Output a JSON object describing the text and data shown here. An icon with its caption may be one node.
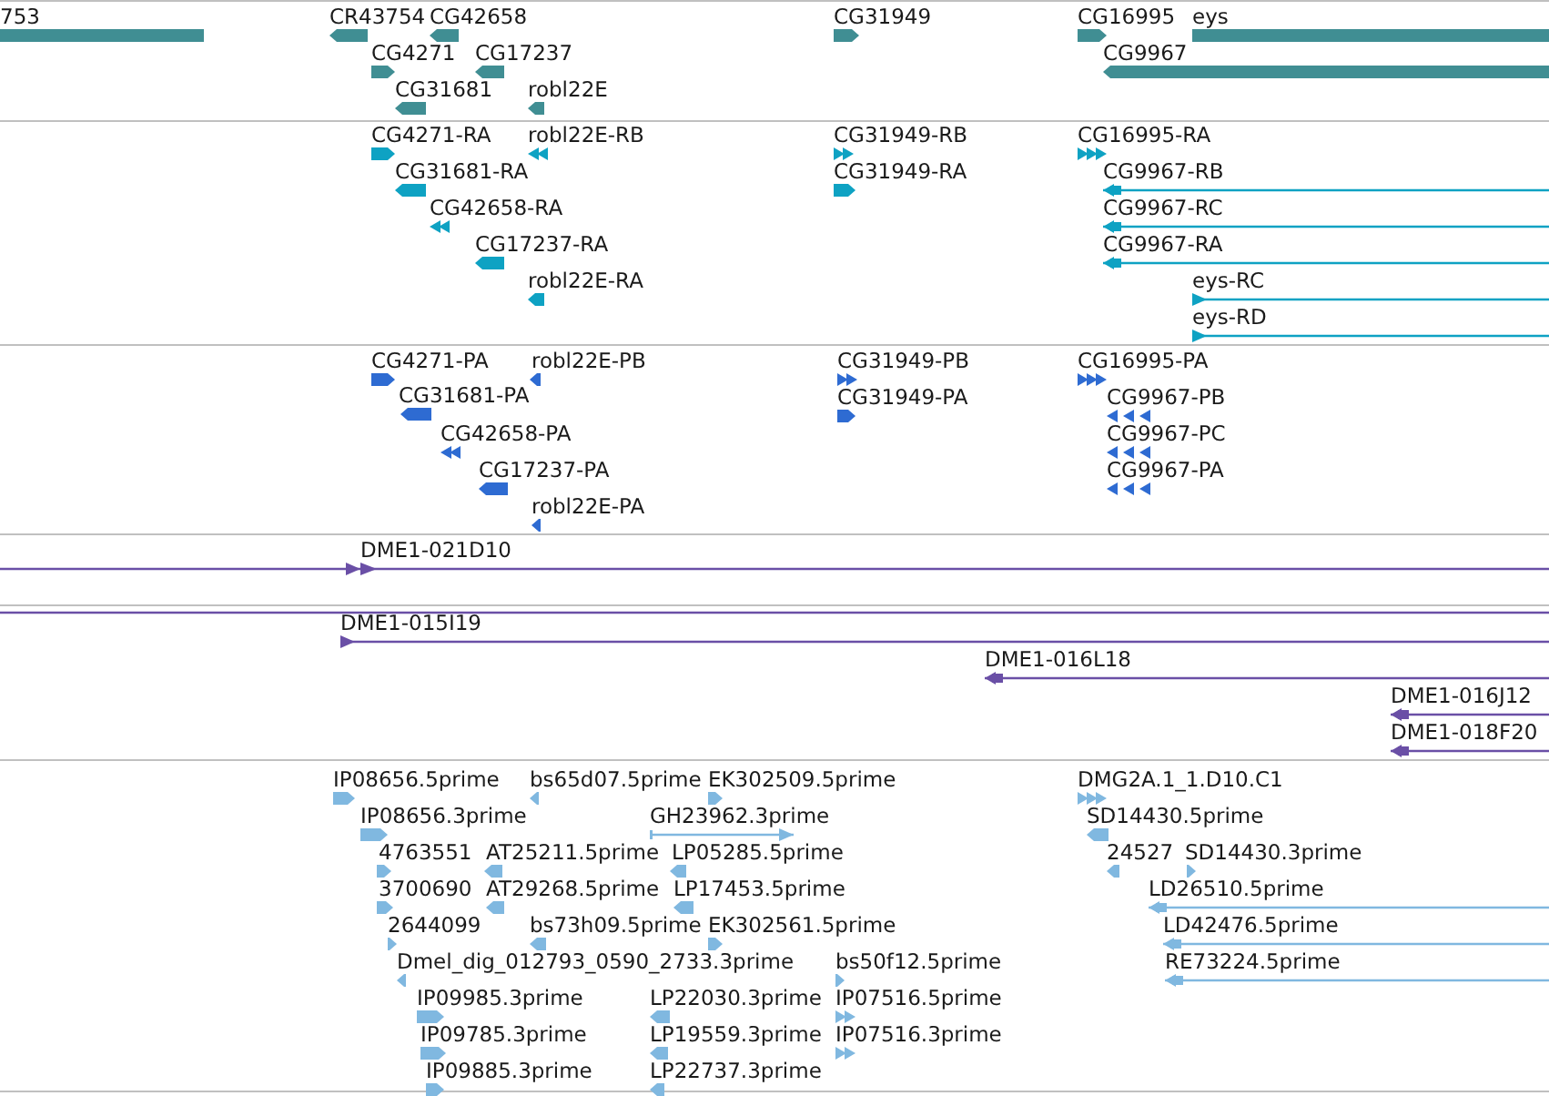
{
  "diagram": {
    "nodes": [
      {
        "text": [],
        "shape": "band"
      },
      {
        "text": [
          "753"
        ],
        "in": 0
      },
      {
        "text": [
          "CR43754"
        ],
        "in": 0
      },
      {
        "text": [
          "CG42658"
        ],
        "in": 0
      },
      {
        "text": [
          "CG31949"
        ],
        "in": 0
      },
      {
        "text": [
          "CG16995"
        ],
        "in": 0
      },
      {
        "text": [
          "eys"
        ],
        "in": 0
      },
      {
        "text": [
          "CG4271"
        ],
        "in": 0
      },
      {
        "text": [
          "CG17237"
        ],
        "in": 0
      },
      {
        "text": [
          "CG9967"
        ],
        "in": 0
      },
      {
        "text": [
          "CG31681"
        ],
        "in": 0
      },
      {
        "text": [
          "robl22E"
        ],
        "in": 0
      },
      {
        "text": [],
        "shape": "band"
      },
      {
        "text": [
          "CG4271-RA"
        ],
        "in": 12
      },
      {
        "text": [
          "robl22E-RB"
        ],
        "in": 12
      },
      {
        "text": [
          "CG31949-RB"
        ],
        "in": 12
      },
      {
        "text": [
          "CG16995-RA"
        ],
        "in": 12
      },
      {
        "text": [
          "CG31681-RA"
        ],
        "in": 12
      },
      {
        "text": [
          "CG31949-RA"
        ],
        "in": 12
      },
      {
        "text": [
          "CG9967-RB"
        ],
        "in": 12
      },
      {
        "text": [
          "CG42658-RA"
        ],
        "in": 12
      },
      {
        "text": [
          "CG9967-RC"
        ],
        "in": 12
      },
      {
        "text": [
          "CG17237-RA"
        ],
        "in": 12
      },
      {
        "text": [
          "CG9967-RA"
        ],
        "in": 12
      },
      {
        "text": [
          "robl22E-RA"
        ],
        "in": 12
      },
      {
        "text": [
          "eys-RC"
        ],
        "in": 12
      },
      {
        "text": [
          "eys-RD"
        ],
        "in": 12
      },
      {
        "text": [],
        "shape": "band"
      },
      {
        "text": [
          "CG4271-PA"
        ],
        "in": 27
      },
      {
        "text": [
          "robl22E-PB"
        ],
        "in": 27
      },
      {
        "text": [
          "CG31949-PB"
        ],
        "in": 27
      },
      {
        "text": [
          "CG16995-PA"
        ],
        "in": 27
      },
      {
        "text": [
          "CG31681-PA"
        ],
        "in": 27
      },
      {
        "text": [
          "CG31949-PA"
        ],
        "in": 27
      },
      {
        "text": [
          "CG9967-PB"
        ],
        "in": 27
      },
      {
        "text": [
          "CG42658-PA"
        ],
        "in": 27
      },
      {
        "text": [
          "CG9967-PC"
        ],
        "in": 27
      },
      {
        "text": [
          "CG17237-PA"
        ],
        "in": 27
      },
      {
        "text": [
          "CG9967-PA"
        ],
        "in": 27
      },
      {
        "text": [
          "robl22E-PA"
        ],
        "in": 27
      },
      {
        "text": [],
        "shape": "band"
      },
      {
        "text": [
          "DME1-021D10"
        ],
        "in": 40
      },
      {
        "text": [],
        "shape": "band"
      },
      {
        "text": [],
        "shape": "bar",
        "in": 42
      },
      {
        "text": [
          "DME1-015I19"
        ],
        "in": 42
      },
      {
        "text": [
          "DME1-016L18"
        ],
        "in": 42
      },
      {
        "text": [
          "DME1-016J12"
        ],
        "in": 42
      },
      {
        "text": [
          "DME1-018F20"
        ],
        "in": 42
      },
      {
        "text": [],
        "shape": "band"
      },
      {
        "text": [
          "IP08656.5prime"
        ],
        "in": 48
      },
      {
        "text": [
          "bs65d07.5prime"
        ],
        "in": 48
      },
      {
        "text": [
          "EK302509.5prime"
        ],
        "in": 48
      },
      {
        "text": [
          "DMG2A.1_1.D10.C1"
        ],
        "in": 48
      },
      {
        "text": [
          "IP08656.3prime"
        ],
        "in": 48
      },
      {
        "text": [
          "GH23962.3prime"
        ],
        "in": 48
      },
      {
        "text": [
          "SD14430.5prime"
        ],
        "in": 48
      },
      {
        "text": [
          "4763551"
        ],
        "in": 48
      },
      {
        "text": [
          "AT25211.5prime"
        ],
        "in": 48
      },
      {
        "text": [
          "LP05285.5prime"
        ],
        "in": 48
      },
      {
        "text": [
          "24527"
        ],
        "in": 48
      },
      {
        "text": [
          "SD14430.3prime"
        ],
        "in": 48
      },
      {
        "text": [
          "3700690"
        ],
        "in": 48
      },
      {
        "text": [
          "AT29268.5prime"
        ],
        "in": 48
      },
      {
        "text": [
          "LP17453.5prime"
        ],
        "in": 48
      },
      {
        "text": [
          "LD26510.5prime"
        ],
        "in": 48
      },
      {
        "text": [
          "2644099"
        ],
        "in": 48
      },
      {
        "text": [
          "bs73h09.5prime"
        ],
        "in": 48
      },
      {
        "text": [
          "EK302561.5prime"
        ],
        "in": 48
      },
      {
        "text": [
          "LD42476.5prime"
        ],
        "in": 48
      },
      {
        "text": [
          "Dmel_dig_012793_0590_2733.3prime"
        ],
        "in": 48
      },
      {
        "text": [
          "bs50f12.5prime"
        ],
        "in": 48
      },
      {
        "text": [
          "RE73224.5prime"
        ],
        "in": 48
      },
      {
        "text": [
          "IP09985.3prime"
        ],
        "in": 48
      },
      {
        "text": [
          "LP22030.3prime"
        ],
        "in": 48
      },
      {
        "text": [
          "IP07516.5prime"
        ],
        "in": 48
      },
      {
        "text": [
          "IP09785.3prime"
        ],
        "in": 48
      },
      {
        "text": [
          "LP19559.3prime"
        ],
        "in": 48
      },
      {
        "text": [
          "IP07516.3prime"
        ],
        "in": 48
      },
      {
        "text": [
          "IP09885.3prime"
        ],
        "in": 48
      },
      {
        "text": [
          "LP22737.3prime"
        ],
        "in": 48
      }
    ]
  }
}
